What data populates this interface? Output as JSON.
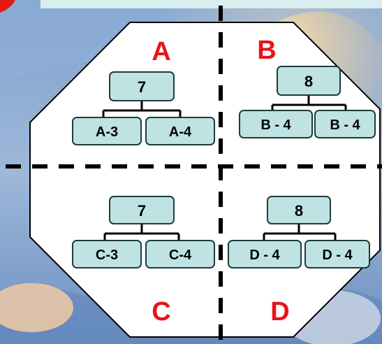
{
  "quadrants": {
    "a": {
      "letter": "A",
      "root": "7",
      "children": [
        "A-3",
        "A-4"
      ]
    },
    "b": {
      "letter": "B",
      "root": "8",
      "children": [
        "B - 4",
        "B - 4"
      ]
    },
    "c": {
      "letter": "C",
      "root": "7",
      "children": [
        "C-3",
        "C-4"
      ]
    },
    "d": {
      "letter": "D",
      "root": "8",
      "children": [
        "D - 4",
        "D - 4"
      ]
    }
  },
  "colors": {
    "node_fill": "#bfe3e3",
    "node_stroke": "#1f3b3b",
    "quadrant_letter": "#e8141b",
    "octagon_fill": "#ffffff",
    "divider": "#000000"
  }
}
